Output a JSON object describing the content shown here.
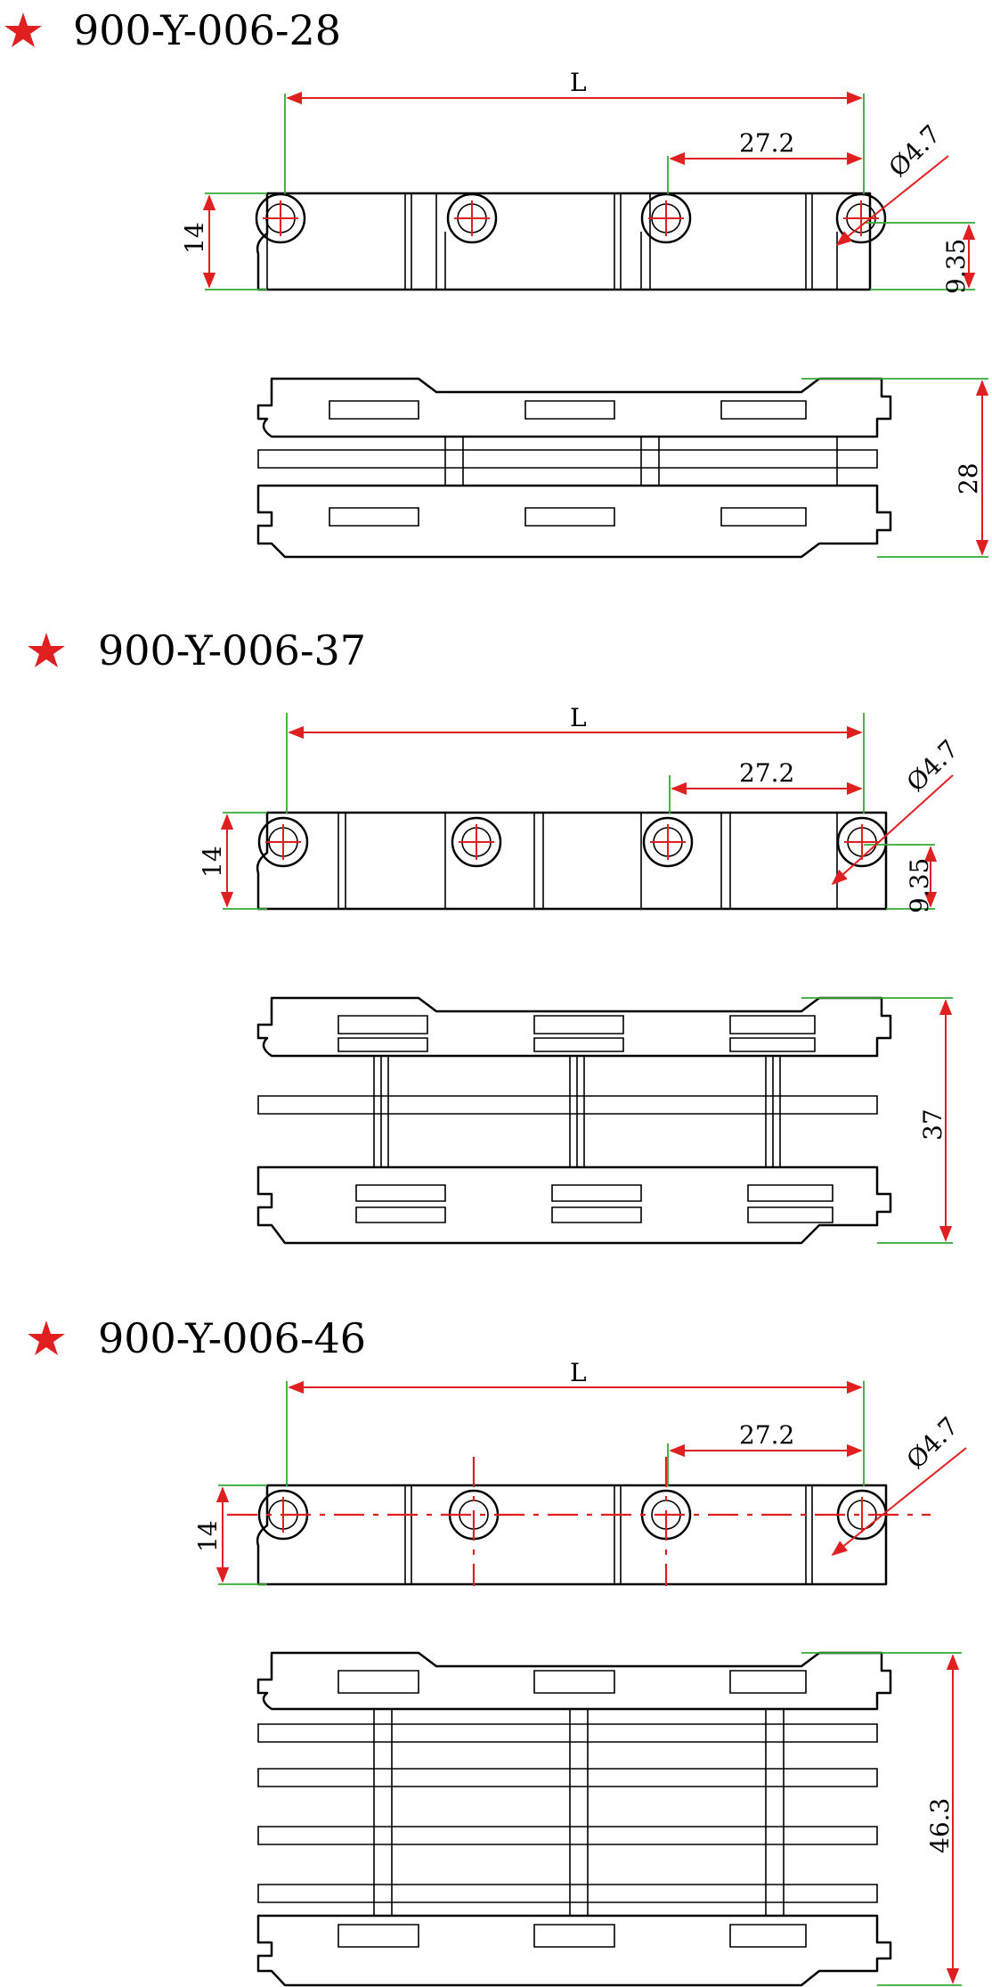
{
  "sections": [
    {
      "title": "900-Y-006-28",
      "dims": {
        "length": "L",
        "pitch": "27.2",
        "hole": "Ø4.7",
        "height": "14",
        "offset": "9.35",
        "width": "28"
      }
    },
    {
      "title": "900-Y-006-37",
      "dims": {
        "length": "L",
        "pitch": "27.2",
        "hole": "Ø4.7",
        "height": "14",
        "offset": "9.35",
        "width": "37"
      }
    },
    {
      "title": "900-Y-006-46",
      "dims": {
        "length": "L",
        "pitch": "27.2",
        "hole": "Ø4.7",
        "height": "14",
        "width": "46.3"
      }
    }
  ],
  "colors": {
    "star": "#e02020",
    "dimension_line": "#e02020",
    "extension_line": "#33aa33",
    "outline": "#000000"
  },
  "icons": [
    "star-icon"
  ]
}
